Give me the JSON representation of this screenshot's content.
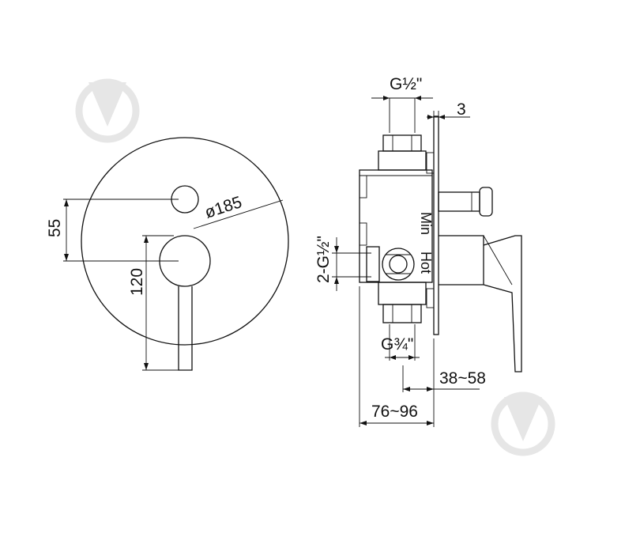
{
  "front_view": {
    "dim_diameter": "ø185",
    "dim_55": "55",
    "dim_120": "120"
  },
  "side_view": {
    "dim_g_half_top": "G½\"",
    "dim_3": "3",
    "dim_2g_half": "2-G½\"",
    "label_min": "Min",
    "label_hot": "Hot",
    "dim_g_three_quarter": "G¾\"",
    "dim_38_58": "38~58",
    "dim_76_96": "76~96"
  },
  "watermark": {
    "icon": "shield-logo-icon",
    "color": "#e6e6e6"
  }
}
